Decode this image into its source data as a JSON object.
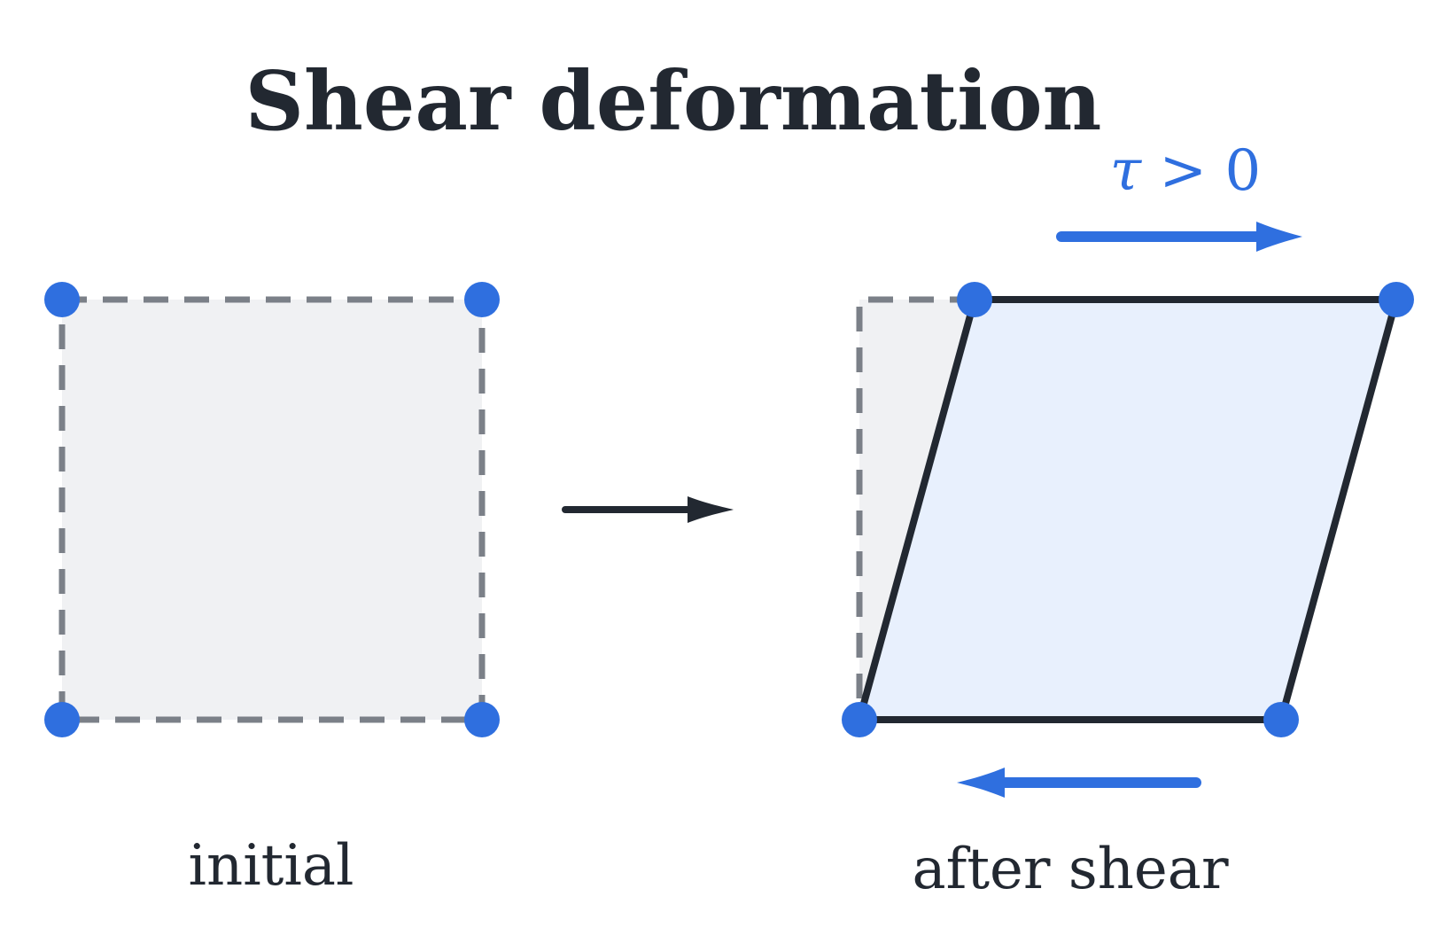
{
  "title": "Shear deformation",
  "labels": {
    "initial": "initial",
    "after": "after shear",
    "stress_symbol": "τ",
    "stress_relation": " > 0"
  },
  "colors": {
    "accent_blue": "#2f6fdf",
    "outline_dark": "#222831",
    "dashed_gray": "#7b8088",
    "initial_fill": "#f0f1f3",
    "sheared_fill": "#e8f0fd"
  },
  "icons": {
    "process_arrow": "right-arrow-icon",
    "top_shear_arrow": "right-arrow-icon",
    "bottom_shear_arrow": "left-arrow-icon",
    "vertex": "dot-icon"
  }
}
